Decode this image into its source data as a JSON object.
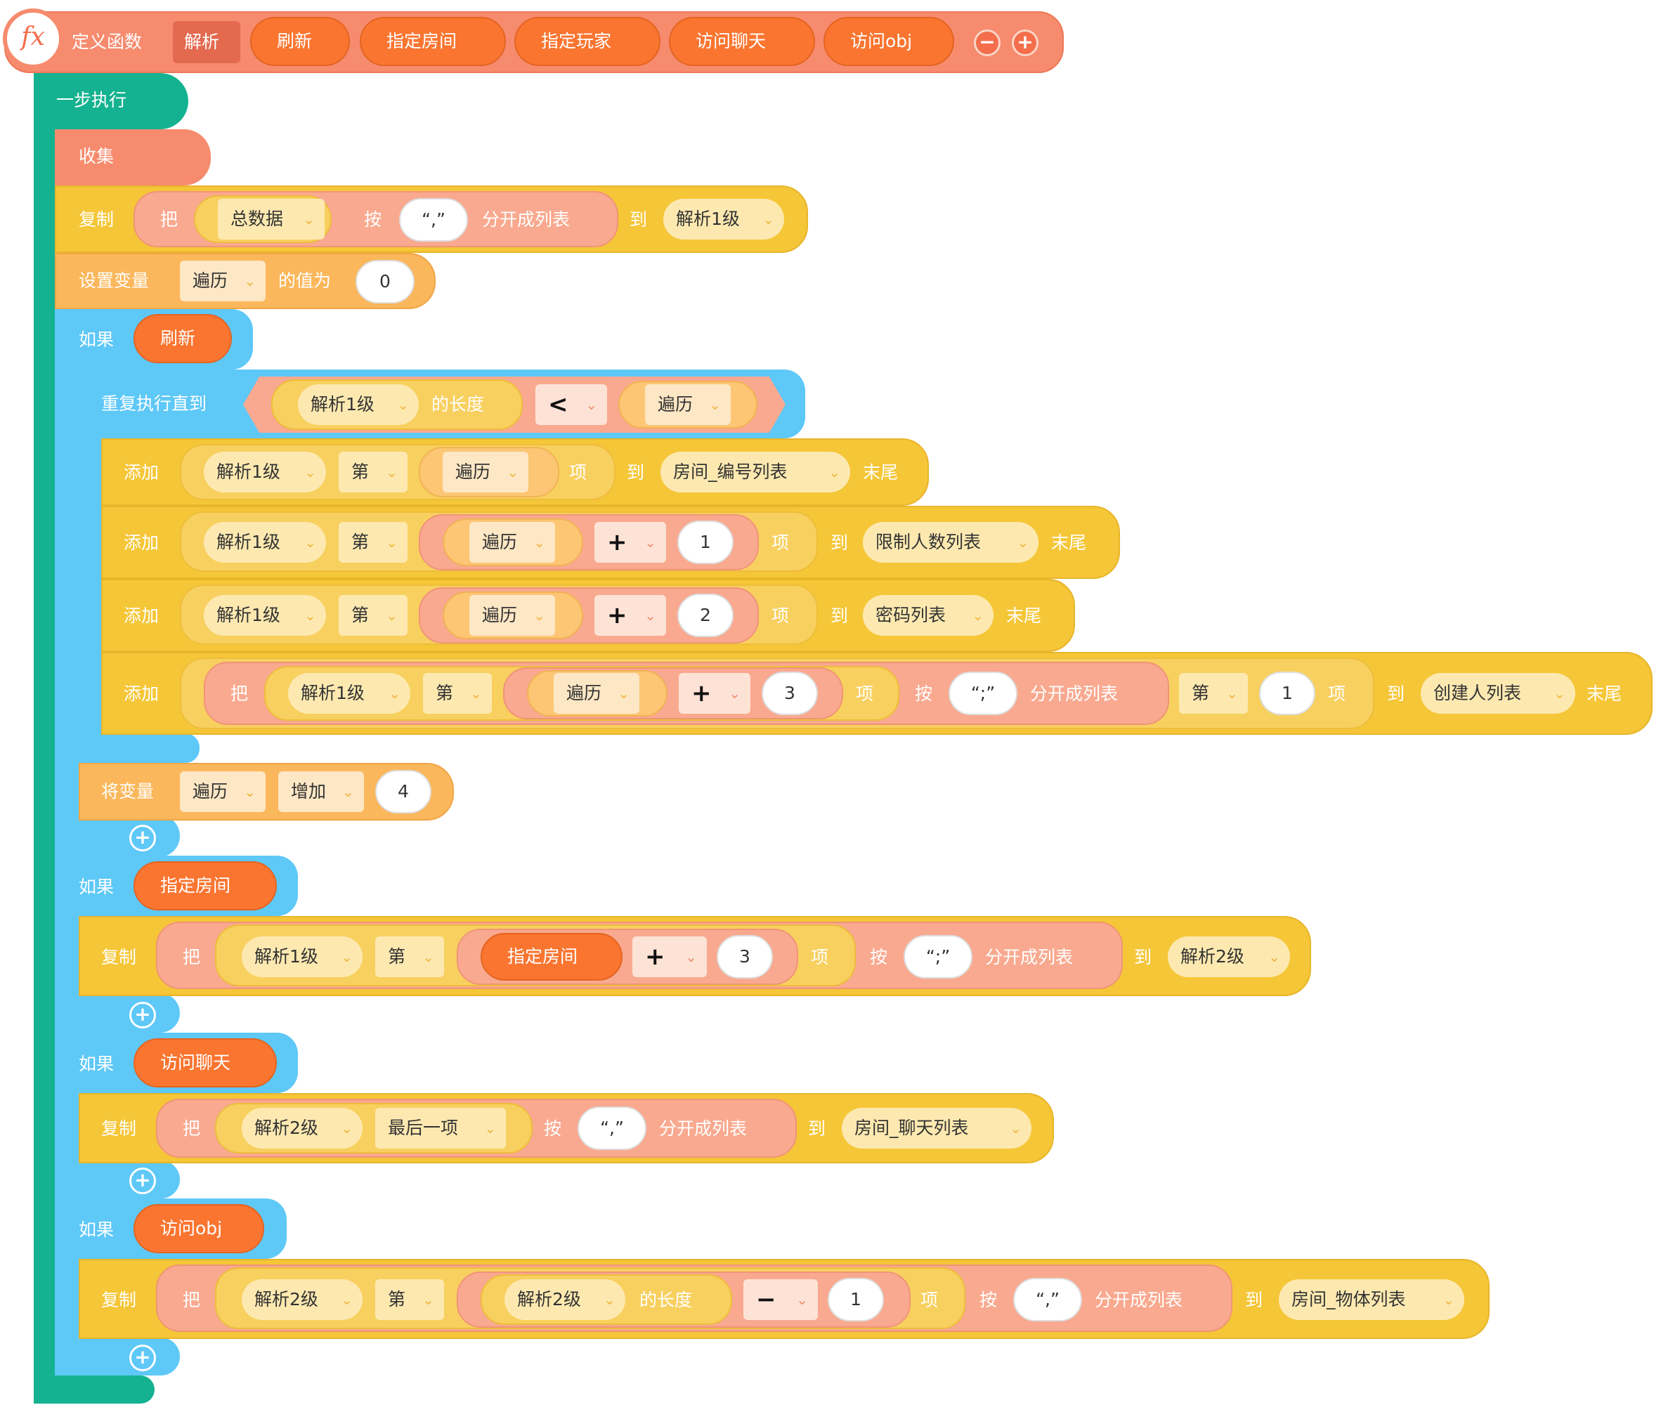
{
  "header": {
    "fx_icon": "fx",
    "title": "定义函数",
    "params": [
      "解析",
      "刷新",
      "指定房间",
      "指定玩家",
      "访问聊天",
      "访问obj"
    ],
    "minus": "−",
    "plus": "+"
  },
  "step": {
    "label": "一步执行"
  },
  "collect": {
    "label": "收集"
  },
  "copy1": {
    "verb": "复制",
    "ba": "把",
    "source": "总数据",
    "by": "按",
    "sep": "“,”",
    "split": "分开成列表",
    "to": "到",
    "target": "解析1级"
  },
  "setvar": {
    "verb": "设置变量",
    "var": "遍历",
    "valueof": "的值为",
    "value": "0"
  },
  "if1": {
    "kw": "如果",
    "cond": "刷新"
  },
  "repeat": {
    "label": "重复执行直到",
    "list": "解析1级",
    "len": "的长度",
    "op": "<",
    "var": "遍历"
  },
  "add1": {
    "verb": "添加",
    "list": "解析1级",
    "nth": "第",
    "idx": "遍历",
    "item": "项",
    "to": "到",
    "target": "房间_编号列表",
    "end": "末尾"
  },
  "add2": {
    "verb": "添加",
    "list": "解析1级",
    "nth": "第",
    "idx": "遍历",
    "op": "+",
    "num": "1",
    "item": "项",
    "to": "到",
    "target": "限制人数列表",
    "end": "末尾"
  },
  "add3": {
    "verb": "添加",
    "list": "解析1级",
    "nth": "第",
    "idx": "遍历",
    "op": "+",
    "num": "2",
    "item": "项",
    "to": "到",
    "target": "密码列表",
    "end": "末尾"
  },
  "add4": {
    "verb": "添加",
    "ba": "把",
    "list": "解析1级",
    "nth": "第",
    "idx": "遍历",
    "op": "+",
    "num": "3",
    "item": "项",
    "by": "按",
    "sep": "“;”",
    "split": "分开成列表",
    "nth2": "第",
    "num2": "1",
    "item2": "项",
    "to": "到",
    "target": "创建人列表",
    "end": "末尾"
  },
  "incvar": {
    "verb": "将变量",
    "var": "遍历",
    "mode": "增加",
    "value": "4"
  },
  "if2": {
    "kw": "如果",
    "cond": "指定房间"
  },
  "copy2": {
    "verb": "复制",
    "ba": "把",
    "list": "解析1级",
    "nth": "第",
    "pill": "指定房间",
    "op": "+",
    "num": "3",
    "item": "项",
    "by": "按",
    "sep": "“;”",
    "split": "分开成列表",
    "to": "到",
    "target": "解析2级"
  },
  "if3": {
    "kw": "如果",
    "cond": "访问聊天"
  },
  "copy3": {
    "verb": "复制",
    "ba": "把",
    "list": "解析2级",
    "which": "最后一项",
    "by": "按",
    "sep": "“,”",
    "split": "分开成列表",
    "to": "到",
    "target": "房间_聊天列表"
  },
  "if4": {
    "kw": "如果",
    "cond": "访问obj"
  },
  "copy4": {
    "verb": "复制",
    "ba": "把",
    "list": "解析2级",
    "nth": "第",
    "list2": "解析2级",
    "len": "的长度",
    "op": "−",
    "num": "1",
    "item": "项",
    "by": "按",
    "sep": "“,”",
    "split": "分开成列表",
    "to": "到",
    "target": "房间_物体列表"
  },
  "add_button": "+",
  "colors": {
    "function_header": "#f68b6e",
    "step_block": "#14b290",
    "control_block": "#5ec8f7",
    "data_block": "#f5c637",
    "variable_block": "#fbb75b",
    "param_pill": "#fa7530"
  }
}
